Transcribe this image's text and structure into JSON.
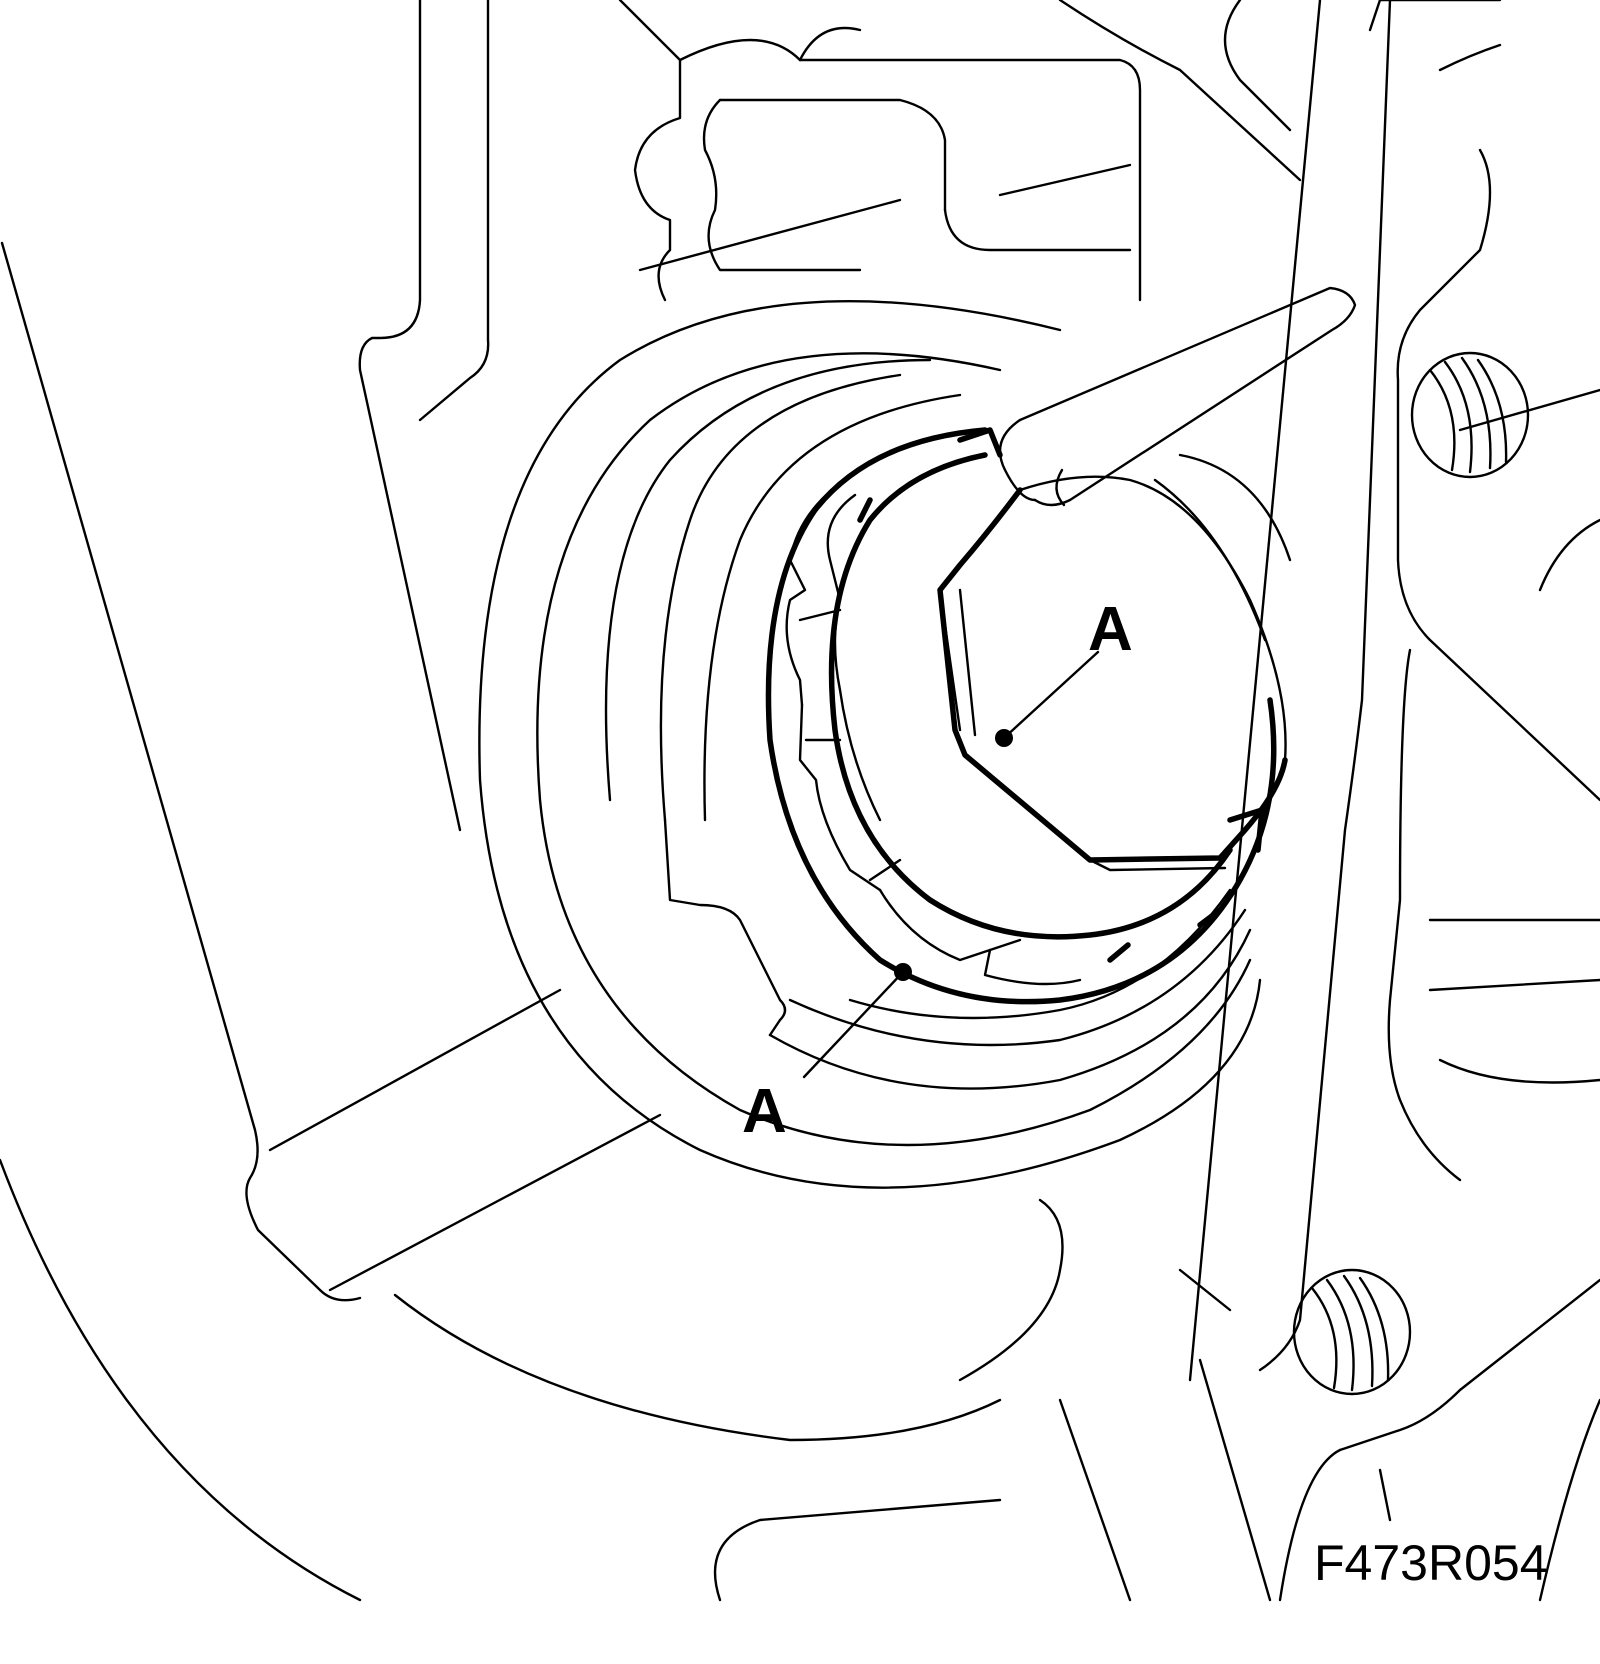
{
  "diagram": {
    "callouts": [
      {
        "id": "a-shaft",
        "label": "A"
      },
      {
        "id": "a-seal",
        "label": "A"
      }
    ],
    "figure_ref": "F473R054",
    "colors": {
      "line": "#000000",
      "background": "#ffffff"
    }
  }
}
